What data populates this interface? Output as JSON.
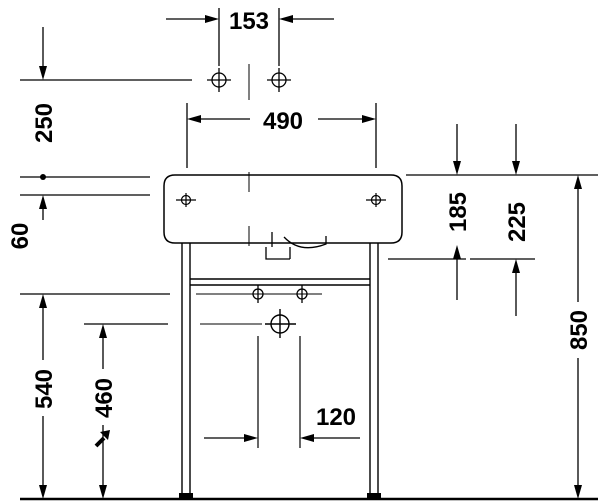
{
  "dimensions": {
    "valve_spacing": "153",
    "basin_width": "490",
    "valve_height_above_top": "250",
    "rim_thickness": "60",
    "basin_depth": "185",
    "overflow_depth": "225",
    "overall_height": "850",
    "waste_height": "540",
    "trap_height": "460",
    "waste_offset": "120"
  },
  "colors": {
    "line": "#000000",
    "background": "#ffffff"
  }
}
